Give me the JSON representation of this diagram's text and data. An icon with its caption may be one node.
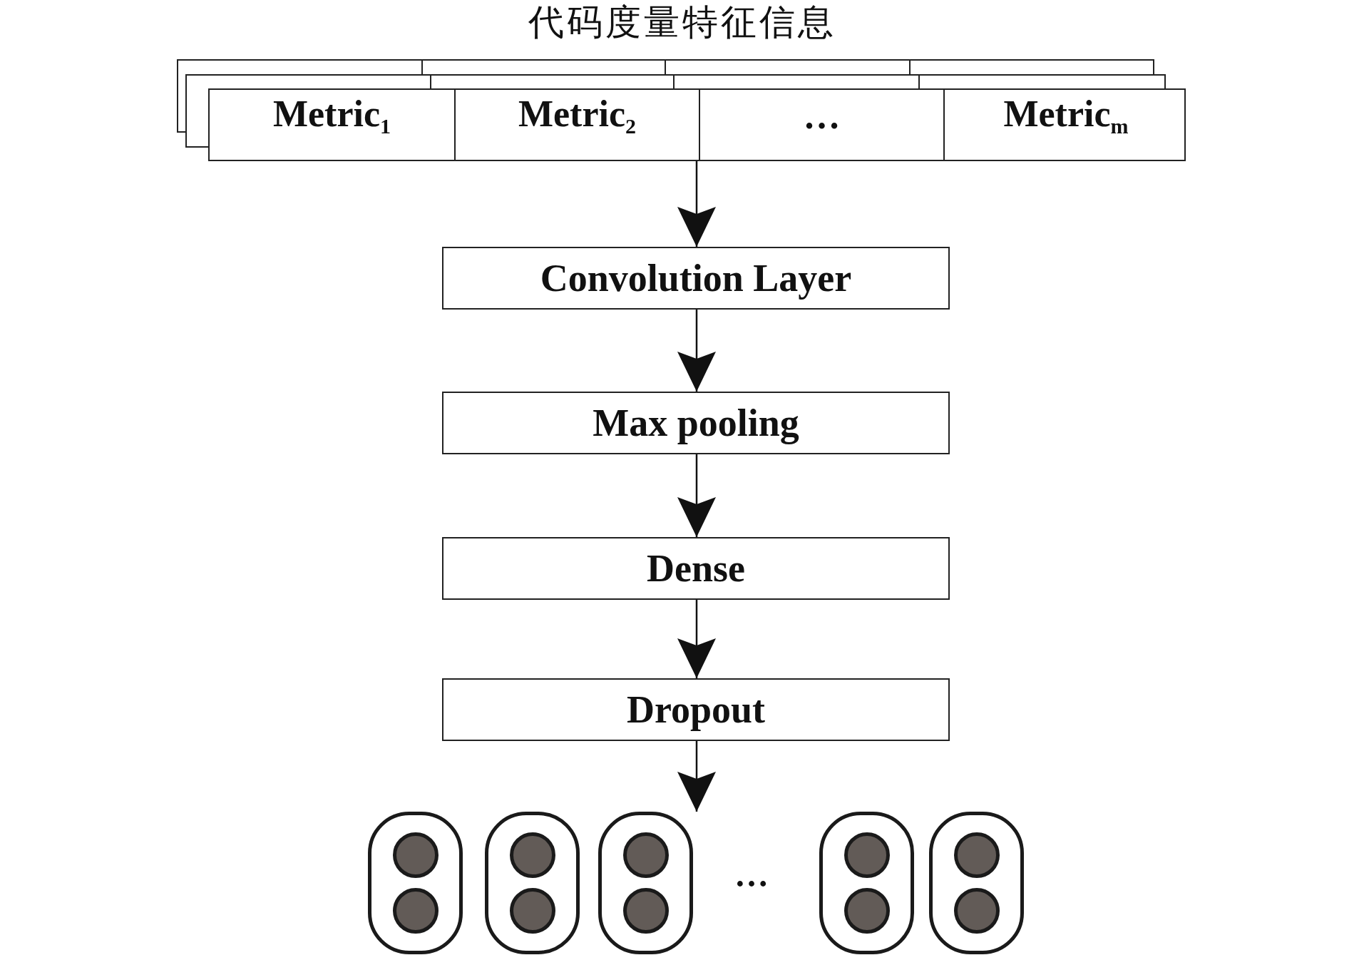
{
  "diagram": {
    "title": "代码度量特征信息",
    "nodes": [
      {
        "text": [],
        "shape": "box"
      },
      {
        "text": [
          "Metric$_{1}$"
        ],
        "in": 0
      },
      {
        "text": [
          "Metric$_{2}$"
        ],
        "in": 0
      },
      {
        "text": [
          "…"
        ],
        "in": 0
      },
      {
        "text": [
          "Metric$_{m}$"
        ],
        "in": 0
      },
      {
        "text": [
          "Convolution Layer"
        ]
      },
      {
        "text": [
          "Max pooling"
        ]
      },
      {
        "text": [
          "Dense"
        ]
      },
      {
        "text": [
          "Dropout"
        ]
      },
      {
        "text": [],
        "shape": "capsule"
      },
      {
        "text": [],
        "shape": "capsule"
      },
      {
        "text": [],
        "shape": "capsule"
      },
      {
        "text": [],
        "shape": "capsule"
      },
      {
        "text": [],
        "shape": "capsule"
      }
    ],
    "edges": [
      {
        "from": 0,
        "to": 5,
        "arrow": "to"
      },
      {
        "from": 5,
        "to": 6,
        "arrow": "to"
      },
      {
        "from": 6,
        "to": 7,
        "arrow": "to"
      },
      {
        "from": 7,
        "to": 8,
        "arrow": "to"
      },
      {
        "from": 8,
        "to": 11,
        "arrow": "to"
      }
    ],
    "labels": [
      "…"
    ]
  }
}
